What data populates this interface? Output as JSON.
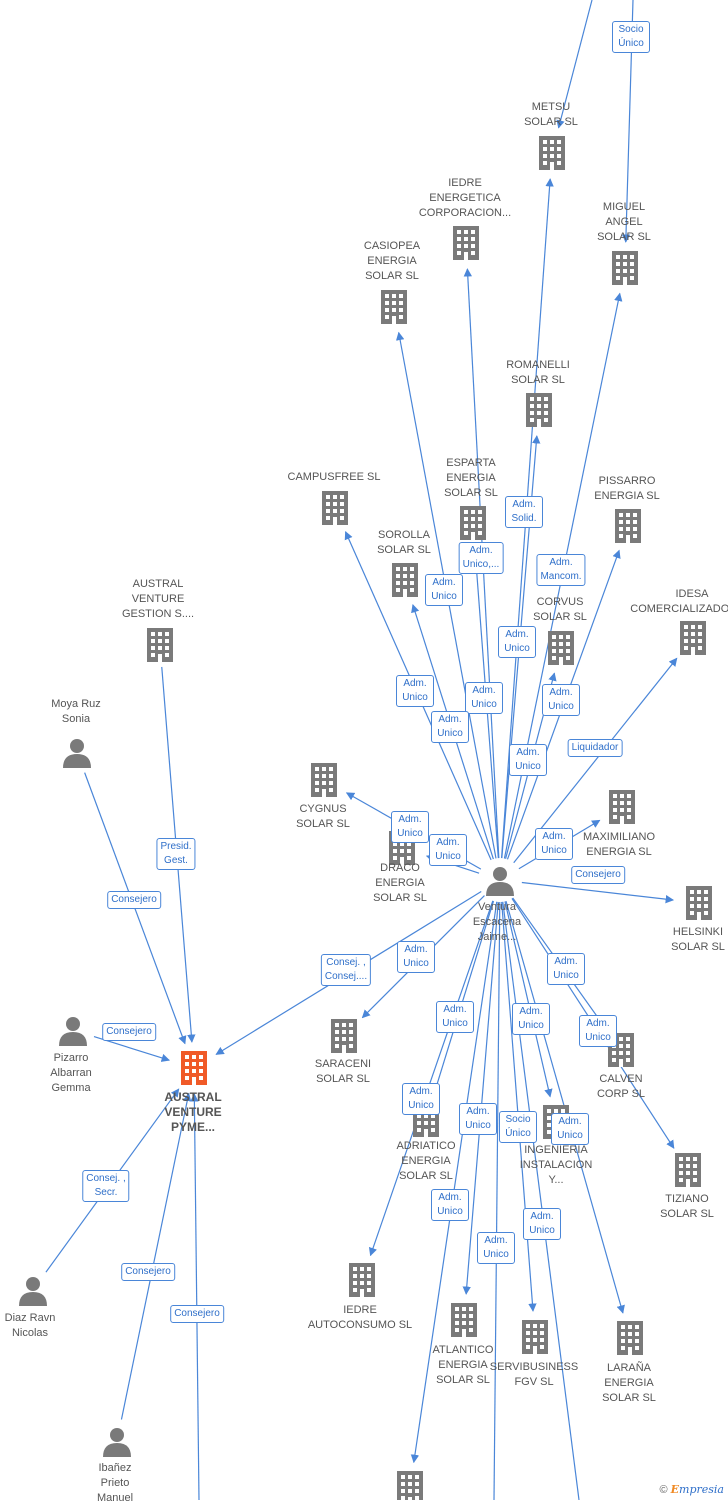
{
  "colors": {
    "edge": "#4a86d8",
    "node_company": "#7a7a7a",
    "node_focus": "#f05a28",
    "node_person": "#7a7a7a"
  },
  "nodes": [
    {
      "id": "metsu",
      "type": "company",
      "label": "METSU\nSOLAR SL"
    },
    {
      "id": "iedre_energetica",
      "type": "company",
      "label": "IEDRE\nENERGETICA\nCORPORACION..."
    },
    {
      "id": "miguel_angel",
      "type": "company",
      "label": "MIGUEL\nANGEL\nSOLAR SL"
    },
    {
      "id": "casiopea",
      "type": "company",
      "label": "CASIOPEA\nENERGIA\nSOLAR SL"
    },
    {
      "id": "romanelli",
      "type": "company",
      "label": "ROMANELLI\nSOLAR SL"
    },
    {
      "id": "campusfree",
      "type": "company",
      "label": "CAMPUSFREE SL"
    },
    {
      "id": "esparta",
      "type": "company",
      "label": "ESPARTA\nENERGIA\nSOLAR SL"
    },
    {
      "id": "pissarro",
      "type": "company",
      "label": "PISSARRO\nENERGIA SL"
    },
    {
      "id": "sorolla",
      "type": "company",
      "label": "SOROLLA\nSOLAR SL"
    },
    {
      "id": "corvus",
      "type": "company",
      "label": "CORVUS\nSOLAR SL"
    },
    {
      "id": "idesa",
      "type": "company",
      "label": "IDESA\nCOMERCIALIZADORA..."
    },
    {
      "id": "austral_gestion",
      "type": "company",
      "label": "AUSTRAL\nVENTURE\nGESTION S...."
    },
    {
      "id": "moya",
      "type": "person",
      "label": "Moya Ruz\nSonia"
    },
    {
      "id": "cygnus",
      "type": "company",
      "label": "CYGNUS\nSOLAR SL"
    },
    {
      "id": "maximiliano",
      "type": "company",
      "label": "MAXIMILIANO\nENERGIA SL"
    },
    {
      "id": "draco",
      "type": "company",
      "label": "DRACO\nENERGIA\nSOLAR SL"
    },
    {
      "id": "ventura",
      "type": "person",
      "label": "Ventura\nEscacena\nJaime..."
    },
    {
      "id": "helsinki",
      "type": "company",
      "label": "HELSINKI\nSOLAR SL"
    },
    {
      "id": "pizarro",
      "type": "person",
      "label": "Pizarro\nAlbarran\nGemma"
    },
    {
      "id": "austral_pyme",
      "type": "company_focus",
      "label": "AUSTRAL\nVENTURE\nPYME..."
    },
    {
      "id": "saraceni",
      "type": "company",
      "label": "SARACENI\nSOLAR SL"
    },
    {
      "id": "calven",
      "type": "company",
      "label": "CALVEN\nCORP SL"
    },
    {
      "id": "adriatico",
      "type": "company",
      "label": "ADRIATICO\nENERGIA\nSOLAR SL"
    },
    {
      "id": "ingenieria",
      "type": "company",
      "label": "INGENIERIA\nINSTALACION\nY..."
    },
    {
      "id": "tiziano",
      "type": "company",
      "label": "TIZIANO\nSOLAR SL"
    },
    {
      "id": "diaz",
      "type": "person",
      "label": "Diaz Ravn\nNicolas"
    },
    {
      "id": "iedre_autoconsumo",
      "type": "company",
      "label": "IEDRE\nAUTOCONSUMO SL"
    },
    {
      "id": "atlantico",
      "type": "company",
      "label": "ATLANTICO\nENERGIA\nSOLAR SL"
    },
    {
      "id": "servibusiness",
      "type": "company",
      "label": "SERVIBUSINESS\nFGV SL"
    },
    {
      "id": "larana",
      "type": "company",
      "label": "LARAÑA\nENERGIA\nSOLAR SL"
    },
    {
      "id": "ibanez",
      "type": "person",
      "label": "Ibañez\nPrieto\nManuel"
    },
    {
      "id": "bottom_company",
      "type": "company",
      "label": ""
    }
  ],
  "edge_labels": [
    {
      "id": "socio_unico_top",
      "text": "Socio\nÚnico"
    },
    {
      "id": "adm_solid",
      "text": "Adm.\nSolid."
    },
    {
      "id": "adm_unico_esparta",
      "text": "Adm.\nUnico,..."
    },
    {
      "id": "adm_unico_casiopea",
      "text": "Adm.\nUnico"
    },
    {
      "id": "adm_mancom",
      "text": "Adm.\nMancom."
    },
    {
      "id": "adm_unico_romanelli",
      "text": "Adm.\nUnico"
    },
    {
      "id": "adm_unico_campus",
      "text": "Adm.\nUnico"
    },
    {
      "id": "adm_unico_sorolla",
      "text": "Adm.\nUnico"
    },
    {
      "id": "adm_unico_metsu",
      "text": "Adm.\nUnico"
    },
    {
      "id": "adm_unico_pissarro",
      "text": "Adm.\nUnico"
    },
    {
      "id": "adm_unico_corvus",
      "text": "Adm.\nUnico"
    },
    {
      "id": "liquidador",
      "text": "Liquidador"
    },
    {
      "id": "adm_unico_cygnus",
      "text": "Adm.\nUnico"
    },
    {
      "id": "adm_unico_draco",
      "text": "Adm.\nUnico"
    },
    {
      "id": "adm_unico_maxi",
      "text": "Adm.\nUnico"
    },
    {
      "id": "consejero_helsinki",
      "text": "Consejero"
    },
    {
      "id": "presid_gest",
      "text": "Presid.\nGest."
    },
    {
      "id": "consejero_moya",
      "text": "Consejero"
    },
    {
      "id": "consej_ventura",
      "text": "Consej. ,\nConsej...."
    },
    {
      "id": "adm_unico_saraceni",
      "text": "Adm.\nUnico"
    },
    {
      "id": "adm_unico_calven",
      "text": "Adm.\nUnico"
    },
    {
      "id": "consejero_pizarro",
      "text": "Consejero"
    },
    {
      "id": "adm_unico_adriatico1",
      "text": "Adm.\nUnico"
    },
    {
      "id": "adm_unico_ingenieria",
      "text": "Adm.\nUnico"
    },
    {
      "id": "adm_unico_tiziano",
      "text": "Adm.\nUnico"
    },
    {
      "id": "adm_unico_adriatico2",
      "text": "Adm.\nUnico"
    },
    {
      "id": "adm_unico_atlantico",
      "text": "Adm.\nUnico"
    },
    {
      "id": "socio_unico_ing",
      "text": "Socio\nÚnico"
    },
    {
      "id": "adm_unico_ing2",
      "text": "Adm.\nUnico"
    },
    {
      "id": "consej_secr",
      "text": "Consej. ,\nSecr."
    },
    {
      "id": "adm_unico_iedre_auto",
      "text": "Adm.\nUnico"
    },
    {
      "id": "adm_unico_larana",
      "text": "Adm.\nUnico"
    },
    {
      "id": "consejero_ibanez",
      "text": "Consejero"
    },
    {
      "id": "adm_unico_servi",
      "text": "Adm.\nUnico"
    },
    {
      "id": "consejero_bottom",
      "text": "Consejero"
    }
  ],
  "footer": {
    "copyright": "©",
    "brand_initial": "E",
    "brand_rest": "mpresia"
  }
}
